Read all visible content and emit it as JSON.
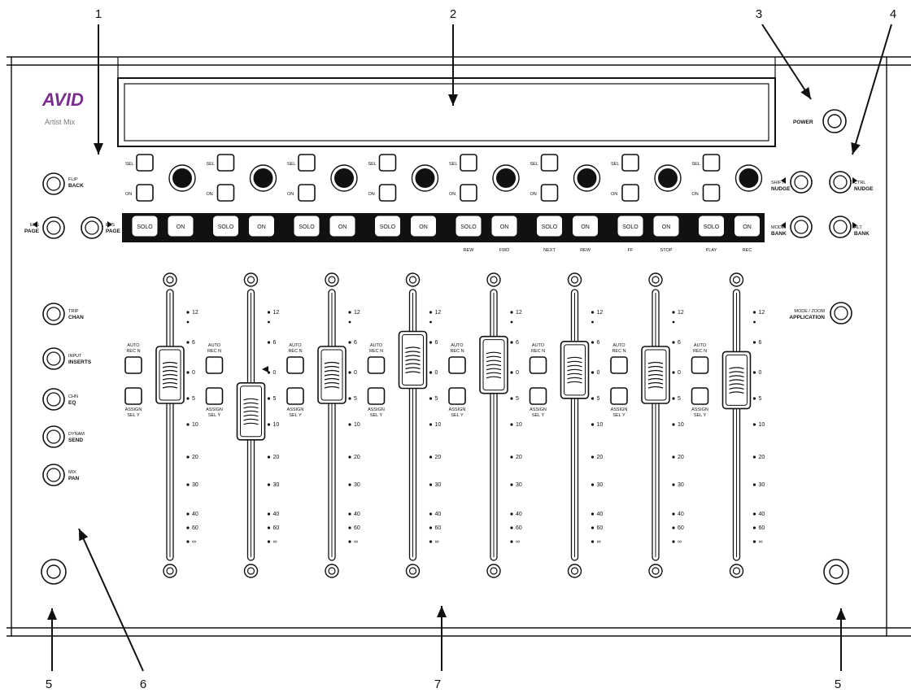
{
  "brand": {
    "logo": "AVID",
    "model": "Artist Mix",
    "logo_color": "#7b2d8e"
  },
  "callouts": [
    "1",
    "2",
    "3",
    "4",
    "5",
    "6",
    "7",
    "5"
  ],
  "power": {
    "label": "POWER"
  },
  "nav": {
    "nudge_left": {
      "small": "SHIFT",
      "main": "NUDGE"
    },
    "nudge_right": {
      "small": "CTRL",
      "main": "NUDGE"
    },
    "bank_left": {
      "small": "MODE",
      "main": "BANK"
    },
    "bank_right": {
      "small": "ALT",
      "main": "BANK"
    },
    "flip_back": {
      "small": "FLIP",
      "main": "BACK"
    },
    "page_left": {
      "small": "EXS",
      "main": "PAGE"
    },
    "page_right": {
      "small": "EXS",
      "main": "PAGE"
    }
  },
  "left_column": [
    {
      "small": "TRIP",
      "main": "CHAN"
    },
    {
      "small": "INPUT",
      "main": "INSERTS"
    },
    {
      "small": "CHN",
      "main": "EQ"
    },
    {
      "small": "DYNAM",
      "main": "SEND"
    },
    {
      "small": "MIX",
      "main": "PAN"
    }
  ],
  "application": {
    "small": "MODE / ZOOM",
    "main": "APPLICATION"
  },
  "strip_buttons": {
    "sel": "SEL",
    "on": "ON",
    "solo": "SOLO",
    "mute_on": "ON"
  },
  "transport_labels": [
    "REW",
    "FWD",
    "NEXT",
    "REW",
    "FF",
    "STOP",
    "PLAY",
    "REC"
  ],
  "fader_buttons": {
    "auto_small": "AUTO",
    "auto_main": "REC N",
    "assign_small": "ASSIGN",
    "assign_main": "SEL Y"
  },
  "scale": [
    "12",
    "6",
    "0",
    "5",
    "10",
    "20",
    "30",
    "40",
    "60",
    "∞"
  ],
  "faders": [
    {
      "level_db": 0
    },
    {
      "level_db": -7
    },
    {
      "level_db": 0
    },
    {
      "level_db": 3
    },
    {
      "level_db": 2
    },
    {
      "level_db": 1
    },
    {
      "level_db": 0
    },
    {
      "level_db": -1
    }
  ],
  "colors": {
    "ink": "#111111",
    "panel": "#ffffff",
    "knob": "#111111"
  }
}
